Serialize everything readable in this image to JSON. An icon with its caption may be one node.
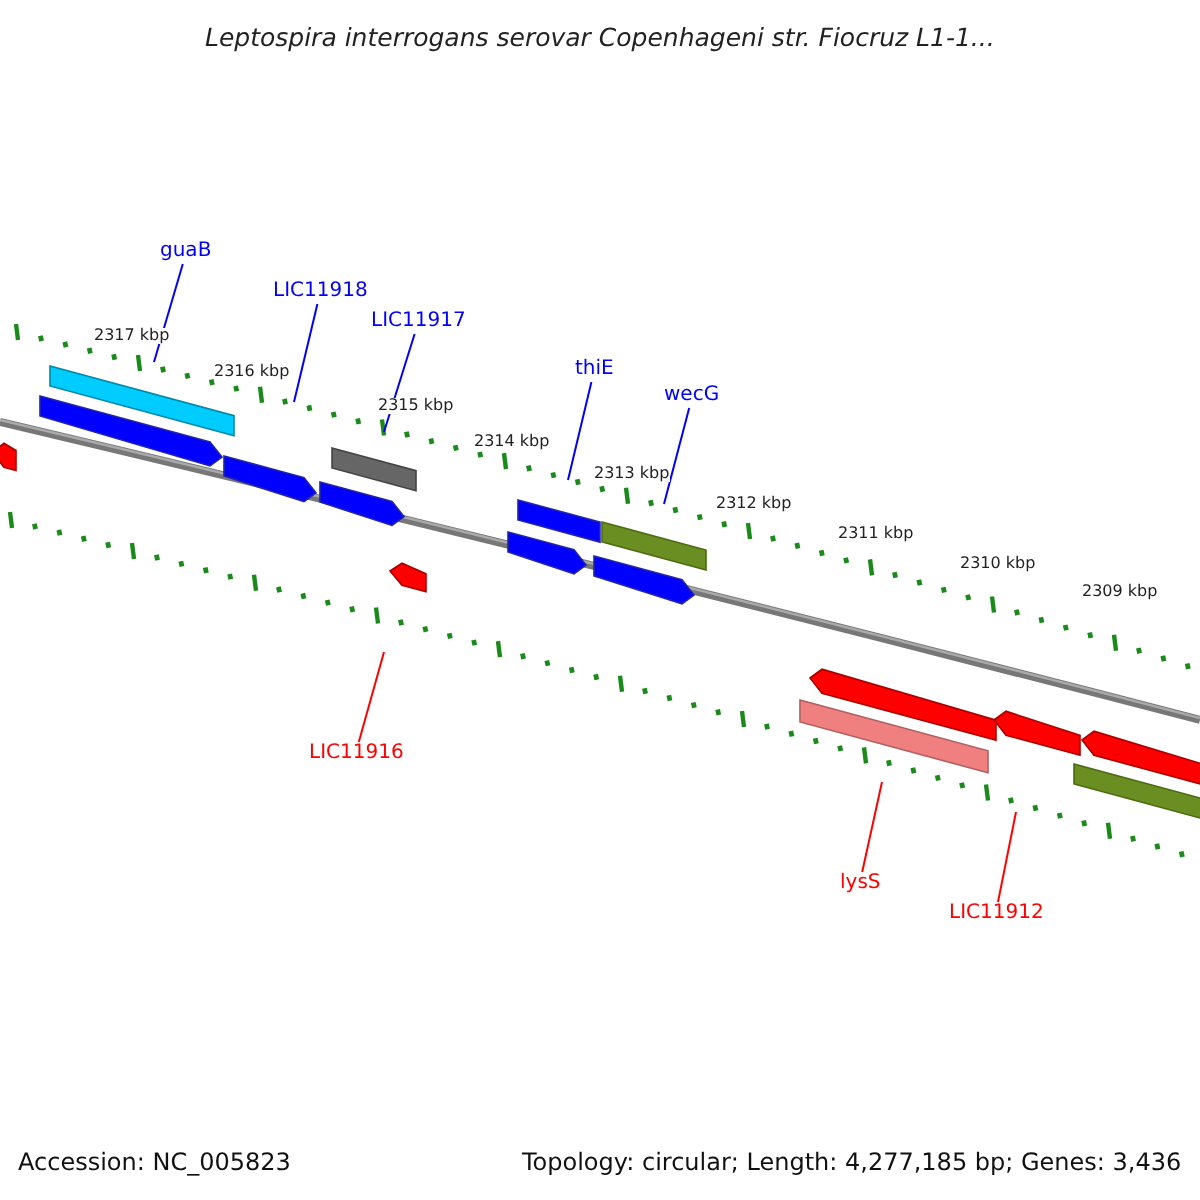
{
  "diagram": {
    "title": "Leptospira interrogans serovar Copenhageni str. Fiocruz L1-1...",
    "nodes": [
      {
        "text": [
          "guaB"
        ]
      },
      {
        "text": [
          "LIC11918"
        ]
      },
      {
        "text": [
          "LIC11917"
        ]
      },
      {
        "text": [
          "thiE"
        ]
      },
      {
        "text": [
          "wecG"
        ]
      },
      {
        "text": [
          "LIC11916"
        ]
      },
      {
        "text": [
          "lysS"
        ]
      },
      {
        "text": [
          "LIC11912"
        ]
      }
    ],
    "edges": [
      {
        "from": 0,
        "to": null,
        "arrow": "none"
      },
      {
        "from": 1,
        "to": null,
        "arrow": "none"
      },
      {
        "from": 2,
        "to": null,
        "arrow": "none"
      },
      {
        "from": 3,
        "to": null,
        "arrow": "none"
      },
      {
        "from": 4,
        "to": null,
        "arrow": "none"
      },
      {
        "from": 5,
        "to": null,
        "arrow": "none",
        "color": "#ff0000"
      },
      {
        "from": 6,
        "to": null,
        "arrow": "none",
        "color": "#ff0000"
      },
      {
        "from": 7,
        "to": null,
        "arrow": "none",
        "color": "#ff0000"
      }
    ],
    "labels": [
      "2317 kbp",
      "2316 kbp",
      "2315 kbp",
      "2314 kbp",
      "2313 kbp",
      "2312 kbp",
      "2311 kbp",
      "2310 kbp",
      "2309 kbp",
      "Accession: NC_005823",
      "Topology: circular; Length: 4,277,185 bp; Genes: 3,436"
    ]
  }
}
